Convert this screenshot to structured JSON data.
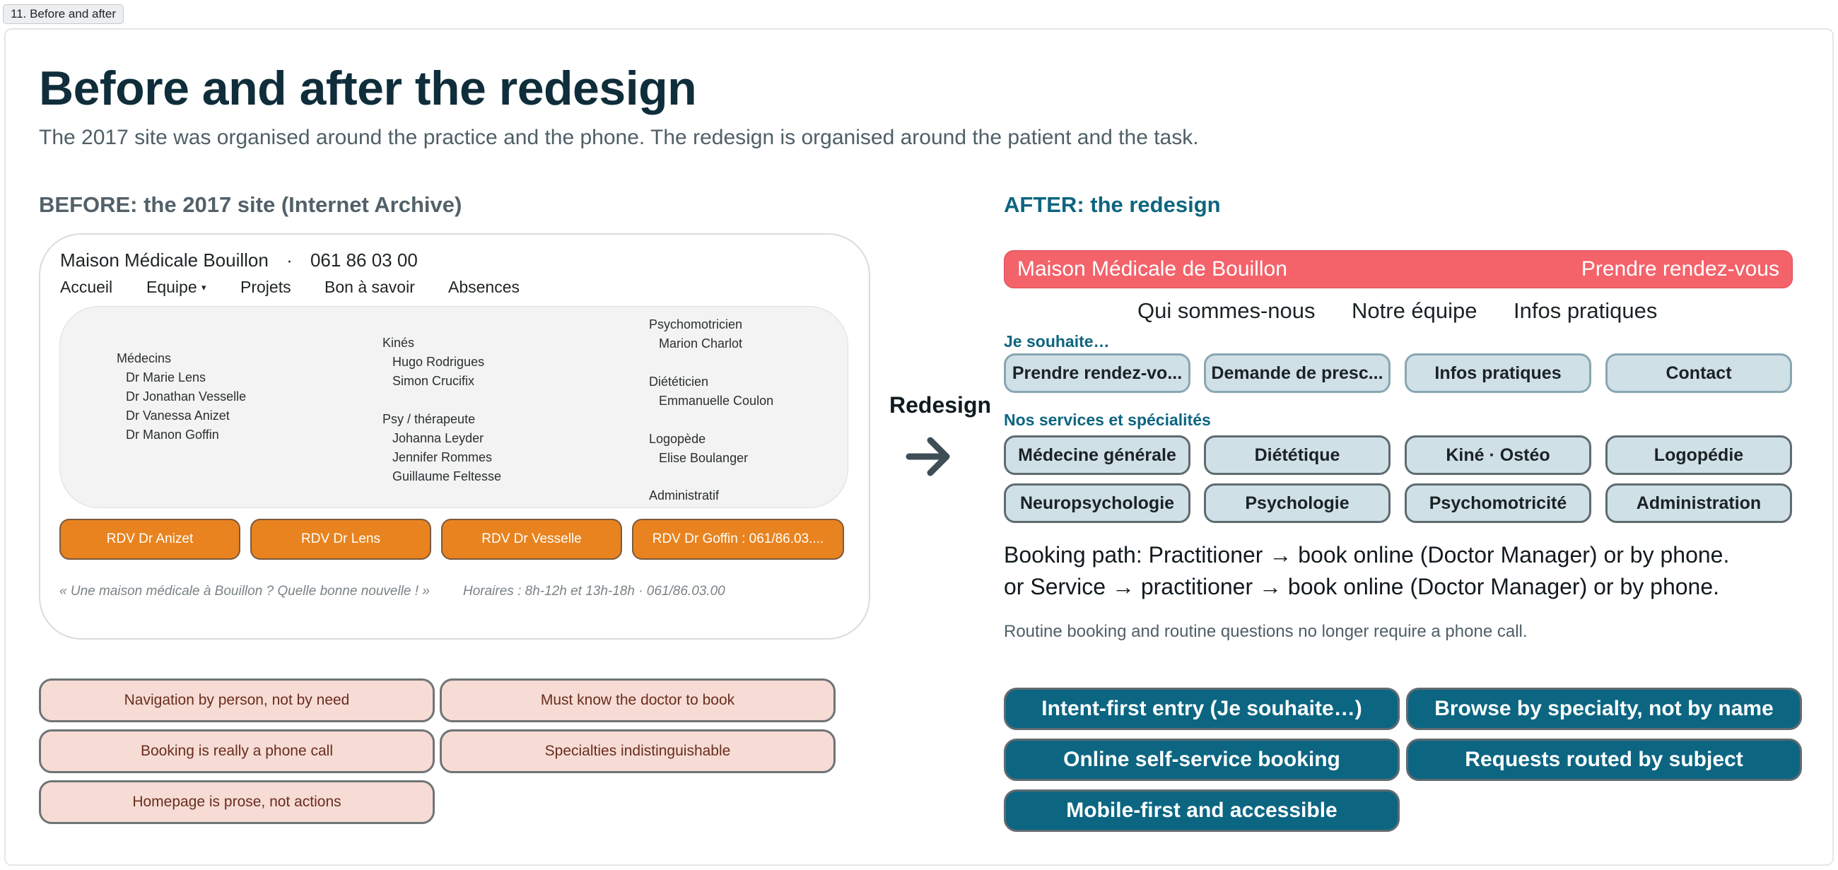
{
  "frame_label": "11. Before and after",
  "title": "Before and after the redesign",
  "subtitle": "The 2017 site was organised around the practice and the phone. The redesign is organised around the patient and the task.",
  "before": {
    "heading": "BEFORE: the 2017 site (Internet Archive)",
    "brand": "Maison Médicale Bouillon",
    "separator": "·",
    "phone": "061 86 03 00",
    "nav": [
      "Accueil",
      "Equipe",
      "Projets",
      "Bon à savoir",
      "Absences"
    ],
    "nav_caret": "▾",
    "team": {
      "medecins": {
        "title": "Médecins",
        "members": [
          "Dr Marie Lens",
          "Dr Jonathan Vesselle",
          "Dr Vanessa Anizet",
          "Dr Manon Goffin"
        ]
      },
      "kines": {
        "title": "Kinés",
        "members": [
          "Hugo Rodrigues",
          "Simon Crucifix"
        ]
      },
      "psy": {
        "title": "Psy / thérapeute",
        "members": [
          "Johanna Leyder",
          "Jennifer Rommes",
          "Guillaume Feltesse"
        ]
      },
      "psychomotricien": {
        "title": "Psychomotricien",
        "members": [
          "Marion Charlot"
        ]
      },
      "dieteticien": {
        "title": "Diététicien",
        "members": [
          "Emmanuelle Coulon"
        ]
      },
      "logopede": {
        "title": "Logopède",
        "members": [
          "Elise Boulanger"
        ]
      },
      "administratif": {
        "title": "Administratif"
      }
    },
    "rdv_buttons": [
      "RDV Dr Anizet",
      "RDV Dr Lens",
      "RDV Dr Vesselle",
      "RDV Dr Goffin : 061/86.03...."
    ],
    "footer_quote": "« Une maison médicale à Bouillon ? Quelle bonne nouvelle ! »",
    "footer_hours": "Horaires : 8h-12h et 13h-18h  ·  061/86.03.00",
    "problems": [
      "Navigation by person, not by need",
      "Must know the doctor to book",
      "Booking is really a phone call",
      "Specialties indistinguishable",
      "Homepage is prose, not actions"
    ]
  },
  "transition": {
    "label": "Redesign",
    "icon": "arrow-right-icon"
  },
  "after": {
    "heading": "AFTER: the redesign",
    "brand": "Maison Médicale de Bouillon",
    "cta": "Prendre rendez-vous",
    "nav": [
      "Qui sommes-nous",
      "Notre équipe",
      "Infos pratiques"
    ],
    "intent_label": "Je souhaite…",
    "intents": [
      "Prendre rendez-vo...",
      "Demande de presc...",
      "Infos pratiques",
      "Contact"
    ],
    "services_label": "Nos services et spécialités",
    "services": [
      "Médecine générale",
      "Diététique",
      "Kiné · Ostéo",
      "Logopédie",
      "Neuropsychologie",
      "Psychologie",
      "Psychomotricité",
      "Administration"
    ],
    "booking_path": [
      "Booking path:  Practitioner → book online (Doctor Manager) or by phone.",
      "or Service → practitioner → book online (Doctor Manager) or by phone."
    ],
    "note": "Routine booking and routine questions no longer require a phone call.",
    "benefits": [
      "Intent-first entry (Je souhaite…)",
      "Browse by specialty, not by name",
      "Online self-service booking",
      "Requests routed by subject",
      "Mobile-first and accessible"
    ]
  },
  "colors": {
    "title": "#0f2d3a",
    "after_accent": "#0d6580",
    "rdv_orange": "#e8831f",
    "new_bar_red": "#f4626a",
    "problem_fill": "#f6dcd4",
    "benefit_fill": "#0c6682",
    "chip_fill": "#cfe0e6"
  }
}
